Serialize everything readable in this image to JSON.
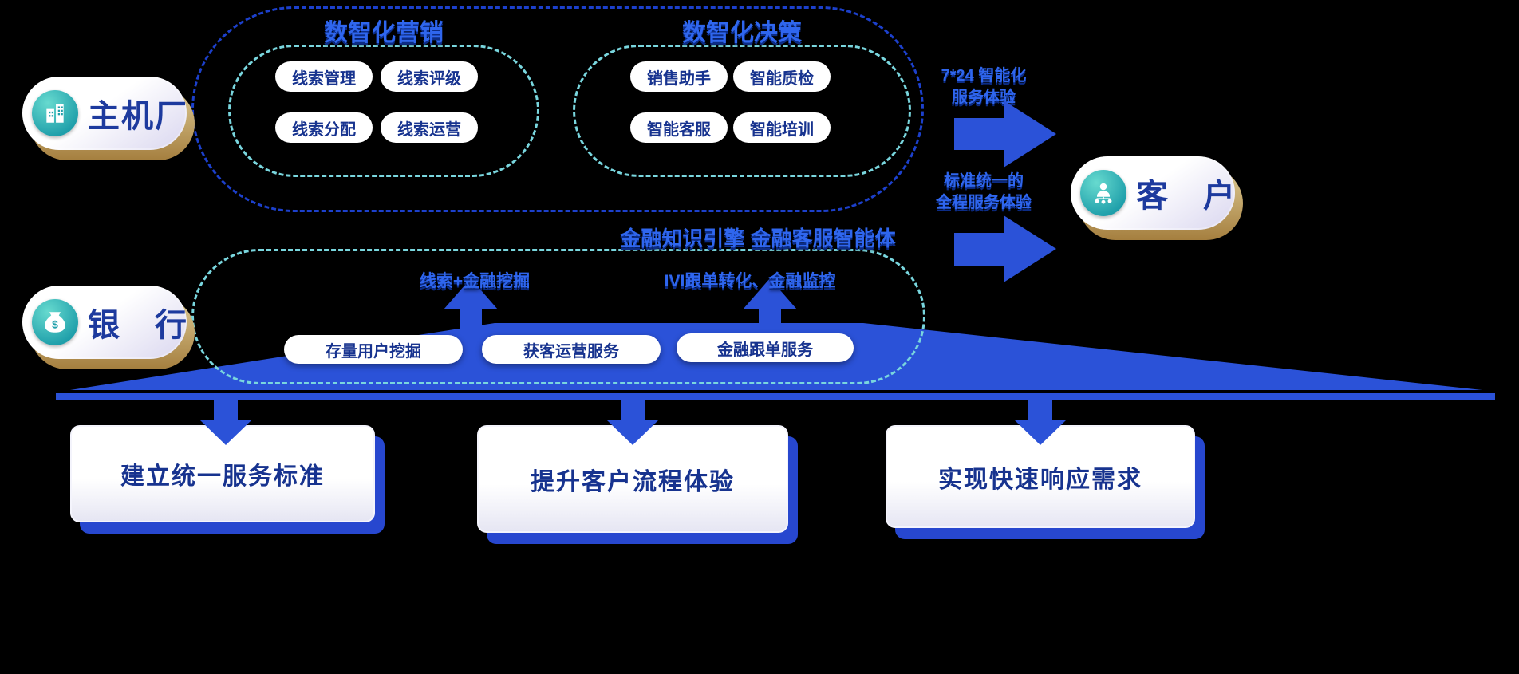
{
  "entities": {
    "oem": {
      "label": "主机厂",
      "icon": "factory-building-icon"
    },
    "bank": {
      "label": "银　行",
      "icon": "money-bag-icon"
    },
    "customer": {
      "label": "客　户",
      "icon": "customer-network-icon"
    }
  },
  "top_section": {
    "marketing": {
      "title": "数智化营销",
      "pills": [
        "线索管理",
        "线索评级",
        "线索分配",
        "线索运营"
      ]
    },
    "decision": {
      "title": "数智化决策",
      "pills": [
        "销售助手",
        "智能质检",
        "智能客服",
        "智能培训"
      ]
    }
  },
  "finance_section": {
    "title": "金融知识引擎 金融客服智能体",
    "captions": {
      "left": "线索+金融挖掘",
      "right": "IVI跟单转化、金融监控"
    },
    "pills": [
      "存量用户挖掘",
      "获客运营服务",
      "金融跟单服务"
    ]
  },
  "right_flow": {
    "top_caption": {
      "line1": "7*24 智能化",
      "line2": "服务体验"
    },
    "bottom_caption": {
      "line1": "标准统一的",
      "line2": "全程服务体验"
    }
  },
  "bottom_cards": [
    "建立统一服务标准",
    "提升客户流程体验",
    "实现快速响应需求"
  ],
  "colors": {
    "background": "#000000",
    "primary_blue": "#2b52d8",
    "deep_blue_text": "#17338f",
    "dashed_outer_blue": "#1c40cc",
    "dashed_inner_cyan": "#79d6de",
    "teal_icon": "#1f9faa",
    "gold_shadow": "#b9935a"
  }
}
